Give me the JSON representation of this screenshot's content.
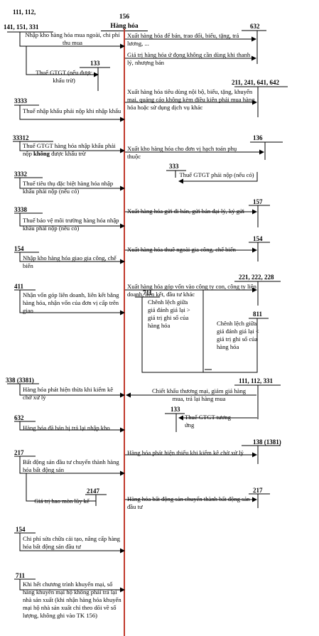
{
  "header": {
    "left_accounts_1": "111, 112,",
    "left_accounts_2": "141, 151, 331",
    "center_code": "156",
    "center_name": "Hàng hóa"
  },
  "left": [
    {
      "acc": "",
      "text": "Nhập kho hàng hóa mua ngoài, chi phí thu mua"
    },
    {
      "acc": "133",
      "text": "Thuế GTGT (nếu được khấu trừ)"
    },
    {
      "acc": "3333",
      "text": "Thuế nhập khẩu phải nộp khi nhập khẩu"
    },
    {
      "acc": "33312",
      "text_a": "Thuế GTGT hàng hóa nhập khẩu phải nộp ",
      "text_b": "không",
      "text_c": " được khấu trừ"
    },
    {
      "acc": "3332",
      "text": "Thuế tiêu thụ đặc biệt hàng hóa nhập khẩu phải nộp (nếu có)"
    },
    {
      "acc": "3338",
      "text": "Thuế bảo vệ môi trường hàng hóa nhập khẩu phải nộp (nếu có)"
    },
    {
      "acc": "154",
      "text": "Nhập kho hàng hóa giao gia công, chế biến"
    },
    {
      "acc": "411",
      "text": "Nhận vốn góp liên doanh, liên kết bằng hàng hóa, nhận vốn của đơn vị cấp trên giao"
    },
    {
      "acc": "338 (3381)",
      "text": "Hàng hóa phát hiện thừa khi kiểm kê chờ xử lý"
    },
    {
      "acc": "632",
      "text": "Hàng hóa đã bán bị trả lại nhập kho"
    },
    {
      "acc": "217",
      "text": "Bất động sản đầu tư chuyển thành hàng hóa bất động sản"
    },
    {
      "acc": "2147",
      "text": "Giá trị hao mòn lũy kế"
    },
    {
      "acc": "154",
      "text": "Chi phí sửa chữa cải tạo, nâng cấp hàng hóa bất động sản đầu tư"
    },
    {
      "acc": "711",
      "text": "Khi hết chương trình khuyến mại, số hàng khuyến mại hộ không phải trả lại nhà sản xuất (khi nhận hàng hóa khuyến mại hộ nhà sản xuất chỉ theo dõi về số lượng, không ghi vào TK 156)"
    }
  ],
  "right": [
    {
      "acc": "632",
      "text": "Xuất hàng hóa để bán, trao đổi, biếu, tặng, trả lương, ...",
      "text2": "Giá trị hàng hóa ứ đọng không cần dùng khi thanh lý, nhượng bán"
    },
    {
      "acc": "211, 241, 641, 642",
      "text": "Xuất hàng hóa tiêu dùng nội bộ, biếu, tặng, khuyến mại, quảng cáo không kèm điều kiện phải mua hàng hóa hoặc sử dụng dịch vụ khác"
    },
    {
      "acc": "136",
      "text": "Xuất kho hàng hóa cho đơn vị hạch toán phụ thuộc"
    },
    {
      "acc": "333",
      "text": "Thuế GTGT phải nộp (nếu có)"
    },
    {
      "acc": "157",
      "text": "Xuất hàng hóa gửi đi bán, gửi bán đại lý, ký gửi"
    },
    {
      "acc": "154",
      "text": "Xuất hàng hóa thuê ngoài gia công, chế biến"
    },
    {
      "acc": "221, 222, 228",
      "text": "Xuất hàng hóa góp vốn vào công ty con, công ty liên doanh, liên kết, đầu tư khác"
    },
    {
      "acc": "711",
      "text": "Chênh lệch giữa giá đánh giá lại > giá trị ghi sổ của hàng hóa"
    },
    {
      "acc": "811",
      "text": "Chênh lệch giữa giá đánh giá lại < giá trị ghi sổ của hàng hóa"
    },
    {
      "acc": "111, 112, 331",
      "text": "Chiết khấu thương mại, giảm giá hàng mua, trả lại hàng mua"
    },
    {
      "acc": "133",
      "text": "Thuế GTGT tương ứng"
    },
    {
      "acc": "138 (1381)",
      "text": "Hàng hóa phát hiện thiếu khi kiểm kê chờ xử lý"
    },
    {
      "acc": "217",
      "text": "Hàng hóa bất động sản chuyển thành bất động sản đầu tư"
    }
  ],
  "colors": {
    "center_line": "#c0392b",
    "line": "#000000"
  }
}
